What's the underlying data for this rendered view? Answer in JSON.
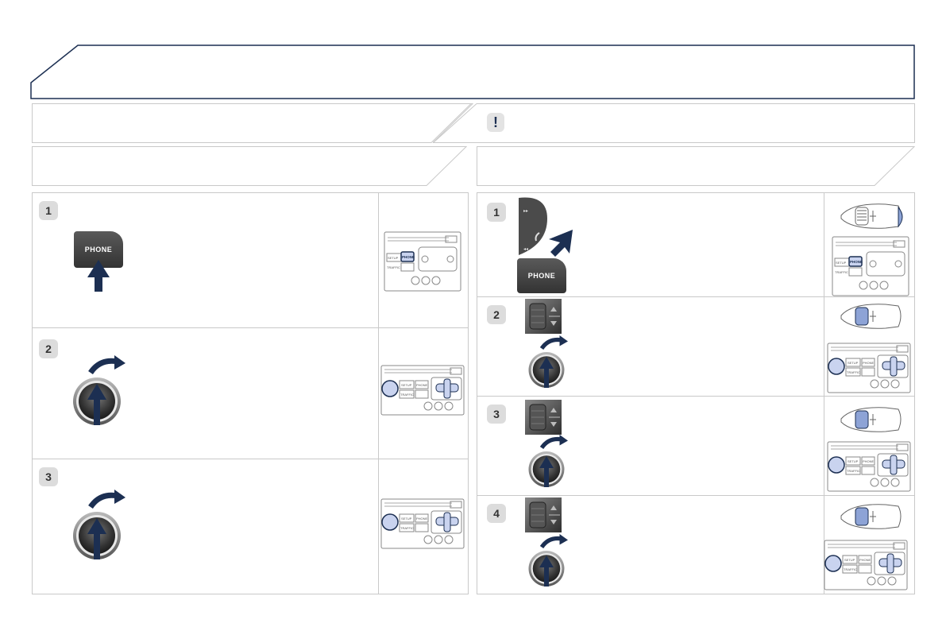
{
  "header": {
    "title": ""
  },
  "left_bar": {
    "title": ""
  },
  "right_bar": {
    "warning_icon": "!",
    "text": ""
  },
  "left_subheader": {
    "title": ""
  },
  "right_subheader": {
    "title": ""
  },
  "left_steps": [
    {
      "number": "1",
      "control": "PHONE"
    },
    {
      "number": "2",
      "control": "knob"
    },
    {
      "number": "3",
      "control": "knob"
    }
  ],
  "right_steps": [
    {
      "number": "1",
      "control": "PHONE"
    },
    {
      "number": "2",
      "control": "thumbwheel"
    },
    {
      "number": "3",
      "control": "thumbwheel"
    },
    {
      "number": "4",
      "control": "thumbwheel"
    }
  ],
  "radio_labels": {
    "setup": "SETUP",
    "phone": "PHONE",
    "traffic": "TRAFFIC"
  },
  "colors": {
    "accent": "#1c2f52",
    "highlight": "#8da3d6",
    "frame": "#c9c9c9"
  }
}
